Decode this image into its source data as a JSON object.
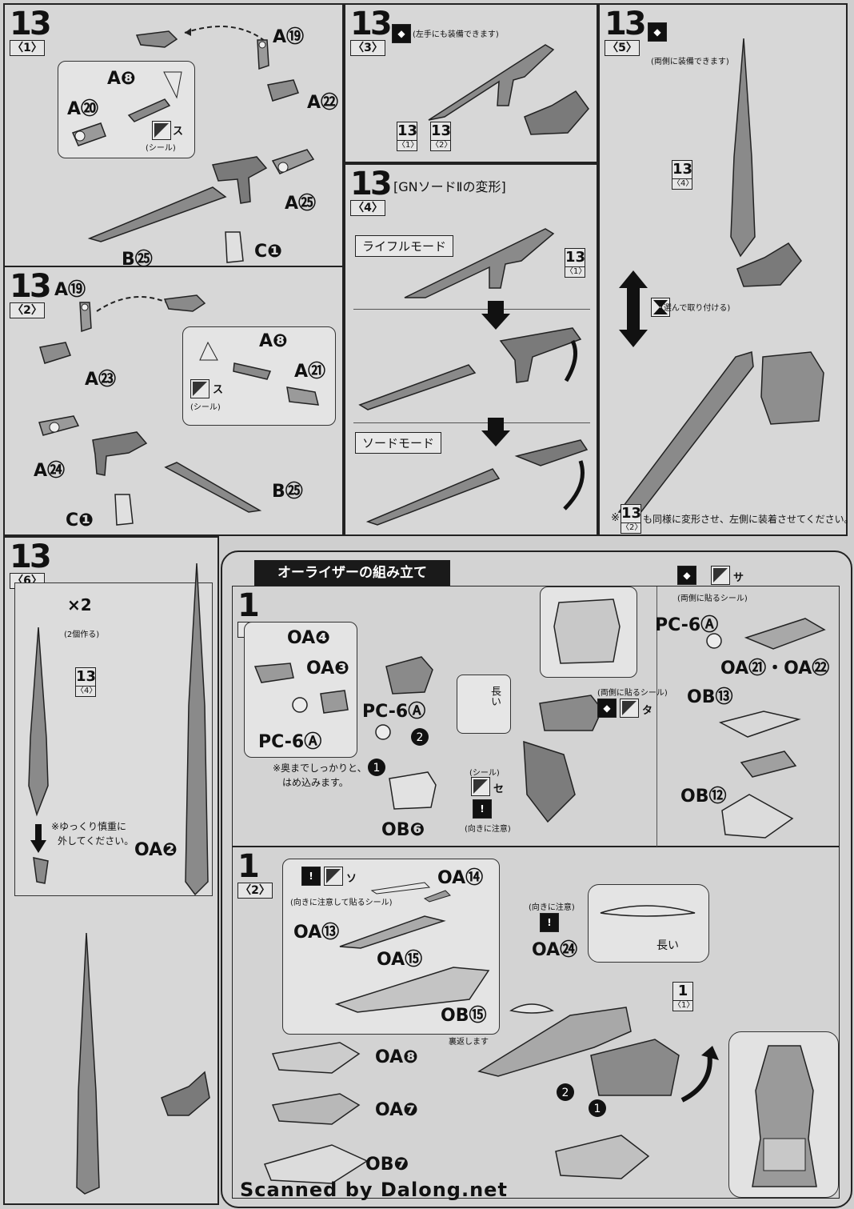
{
  "steps": {
    "s13_1": {
      "num": "13",
      "sub": "〈1〉"
    },
    "s13_2": {
      "num": "13",
      "sub": "〈2〉"
    },
    "s13_3": {
      "num": "13",
      "sub": "〈3〉",
      "note": "(左手にも装備できます)"
    },
    "s13_4": {
      "num": "13",
      "sub": "〈4〉",
      "title": "[GNソードⅡの変形]"
    },
    "s13_5": {
      "num": "13",
      "sub": "〈5〉",
      "note": "(両側に装備できます)"
    },
    "s13_6": {
      "num": "13",
      "sub": "〈6〉"
    },
    "s1_1": {
      "num": "1",
      "sub": "〈1〉"
    },
    "s1_2": {
      "num": "1",
      "sub": "〈2〉"
    }
  },
  "labels": {
    "a19": "A⑲",
    "a22": "A㉒",
    "a8": "A❽",
    "a20": "A⑳",
    "a25": "A㉕",
    "b25": "B㉕",
    "c1": "C❶",
    "a19b": "A⑲",
    "a23": "A㉓",
    "a8b": "A❽",
    "a21": "A㉑",
    "a24": "A㉔",
    "b25b": "B㉕",
    "c1b": "C❶",
    "oa4": "OA❹",
    "oa3": "OA❸",
    "pc6a": "PC-6Ⓐ",
    "pc6b": "PC-6Ⓐ",
    "pc6c": "PC-6Ⓐ",
    "ob6": "OB❻",
    "oa21_22": "OA㉑・OA㉒",
    "ob13": "OB⑬",
    "ob12": "OB⑫",
    "oa14": "OA⑭",
    "oa13": "OA⑬",
    "oa15": "OA⑮",
    "ob15": "OB⑮",
    "oa24": "OA㉔",
    "oa8": "OA❽",
    "oa7": "OA❼",
    "ob7": "OB❼",
    "oa2": "OA❷"
  },
  "stickers": {
    "su": "ス",
    "su2": "ス",
    "seal": "(シール)",
    "seal2": "(シール)",
    "seal3": "(シール)",
    "sa": "サ",
    "ta": "タ",
    "se": "セ",
    "so": "ソ"
  },
  "notes": {
    "select": "(選んで取り付ける)",
    "same_transform": "も同様に変形させ、左側に装着させてください。",
    "rifle_mode": "ライフルモード",
    "sword_mode": "ソードモード",
    "x2": "×2",
    "make2": "(2個作る)",
    "remove": "※ゆっくり慎重に",
    "remove2": "外してください。",
    "press": "※奥までしっかりと、",
    "press2": "はめ込みます。",
    "both_sticker": "(両側に貼るシール)",
    "both_sticker2": "(両側に貼るシール)",
    "caution": "(向きに注意)",
    "caution2": "(向きに注意)",
    "caution_sticker": "(向きに注意して貼るシール)",
    "long": "長い",
    "long2": "長い",
    "flip": "裏返します",
    "asterisk": "※"
  },
  "section_title": "オーライザーの組み立て",
  "footer": "Scanned by Dalong.net"
}
